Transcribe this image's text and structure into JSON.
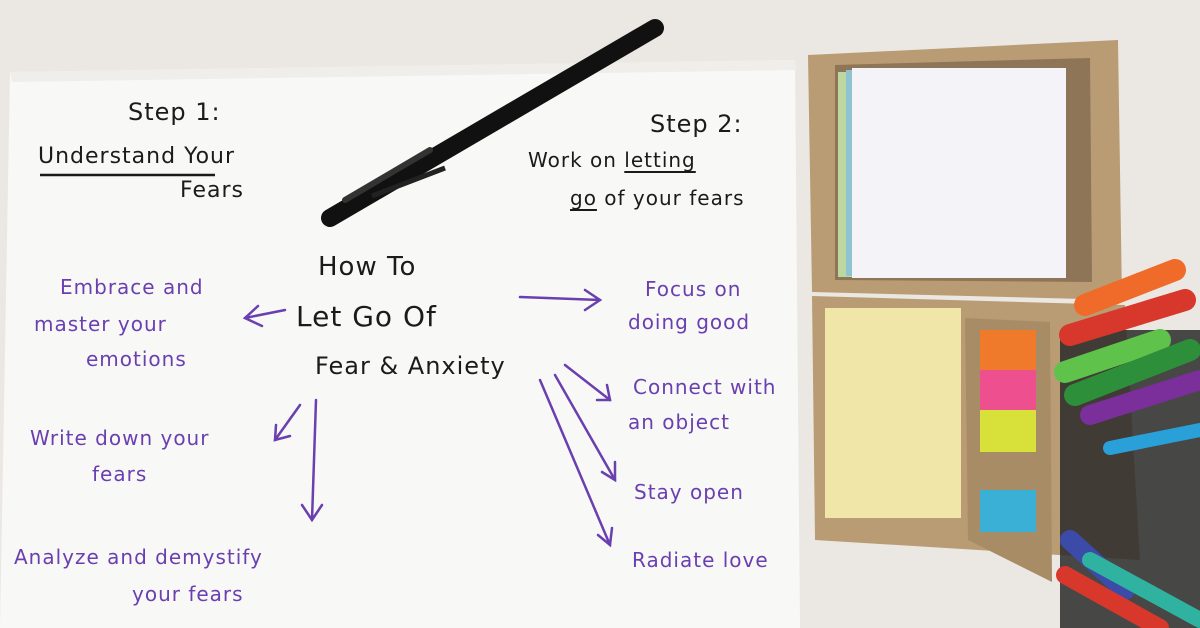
{
  "step1": {
    "title": "Step 1:",
    "underlined": "Understand",
    "rest": "Your",
    "line2": "Fears"
  },
  "step2": {
    "title": "Step 2:",
    "line1_a": "Work on",
    "line1_b": "letting",
    "line2_a": "go",
    "line2_b": "of your fears"
  },
  "center": {
    "line1": "How To",
    "line2": "Let Go Of",
    "line3": "Fear & Anxiety"
  },
  "left_items": {
    "embrace": [
      "Embrace and",
      "master your",
      "emotions"
    ],
    "write": [
      "Write down your",
      "fears"
    ],
    "analyze": [
      "Analyze and demystify",
      "your fears"
    ]
  },
  "right_items": {
    "focus": [
      "Focus on",
      "doing good"
    ],
    "connect": [
      "Connect with",
      "an object"
    ],
    "stay": "Stay open",
    "radiate": "Radiate love"
  },
  "colors": {
    "ink_black": "#1b1b1b",
    "ink_purple": "#6a3fb0",
    "paper": "#f7f7f5",
    "cardboard": "#b59a72"
  }
}
